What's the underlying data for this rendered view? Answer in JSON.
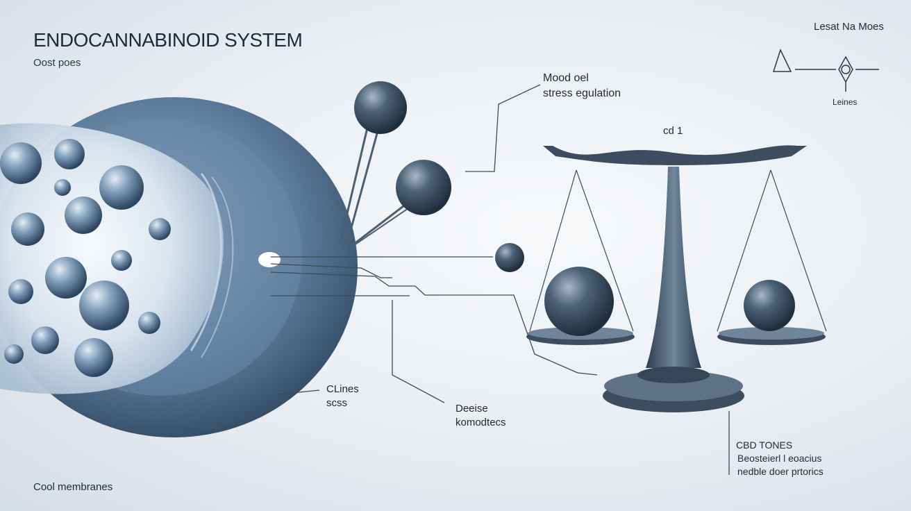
{
  "header": {
    "title": "ENDOCANNABINOID SYSTEM",
    "subtitle": "Oost poes"
  },
  "legend": {
    "title": "Lesat Na Moes",
    "label": "Leines"
  },
  "labels": {
    "mood_line1": "Mood oel",
    "mood_line2": "stress egulation",
    "cb1": "cd 1",
    "clines_line1": "CLines",
    "clines_line2": "scss",
    "decise_line1": "Deeise",
    "decise_line2": "komodtecs",
    "cbd_title": "CBD TONES",
    "cbd_line1": "Beosteierl l eoacius",
    "cbd_line2": "nedble doer prtorics",
    "cell_membranes": "Cool membranes"
  },
  "colors": {
    "background": "#e9edf2",
    "cell_blue": "#4f6f8f",
    "sphere_dark": "#3e5468",
    "text": "#1c2a38"
  }
}
